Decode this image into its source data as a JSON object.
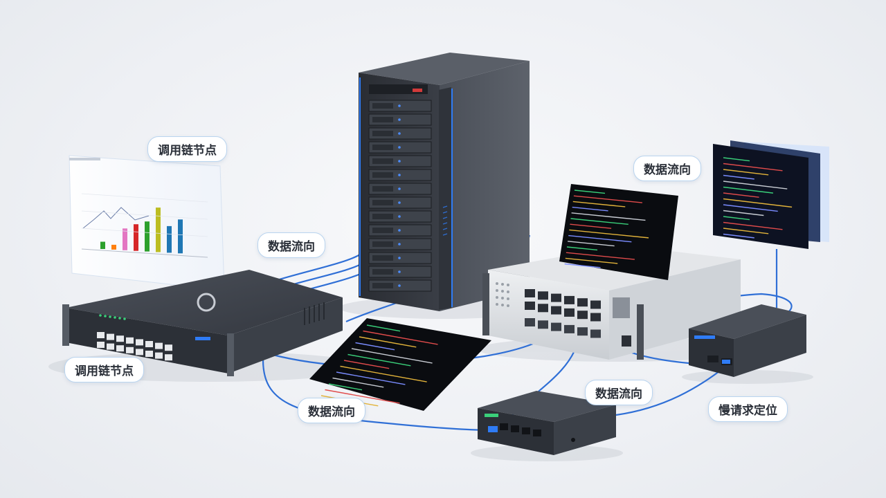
{
  "labels": {
    "call_chain_node_top": "调用链节点",
    "call_chain_node_bottom": "调用链节点",
    "data_flow_left": "数据流向",
    "data_flow_bottom": "数据流向",
    "data_flow_right_top": "数据流向",
    "data_flow_right_bottom": "数据流向",
    "slow_request": "慢请求定位"
  },
  "colors": {
    "cable": "#2f6fd6",
    "accent_blue": "#2f7cf6",
    "device_dark": "#2b2f36",
    "device_silver": "#d7dade",
    "terminal_bg": "#0a0c10",
    "label_border": "#b9d4ef"
  },
  "chart_panel": {
    "bars": [
      {
        "value": 0.15,
        "color": "#2ca02c"
      },
      {
        "value": 0.1,
        "color": "#ff7f0e"
      },
      {
        "value": 0.45,
        "color": "#e377c2"
      },
      {
        "value": 0.55,
        "color": "#d62728"
      },
      {
        "value": 0.62,
        "color": "#2ca02c"
      },
      {
        "value": 0.92,
        "color": "#bcbd22"
      },
      {
        "value": 0.55,
        "color": "#1f77b4"
      },
      {
        "value": 0.7,
        "color": "#1f77b4"
      }
    ]
  }
}
